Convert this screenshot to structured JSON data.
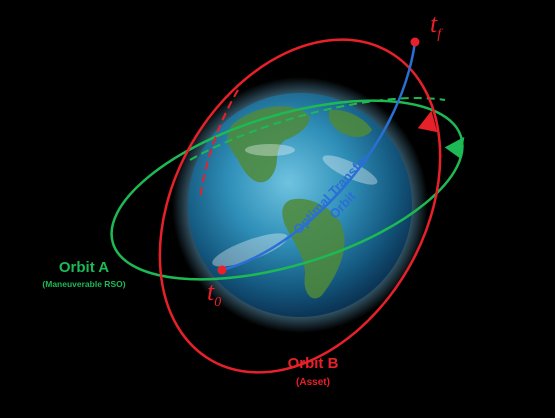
{
  "orbit_a": {
    "label": "Orbit A",
    "sublabel": "(Maneuverable RSO)",
    "color": "#1db954"
  },
  "orbit_b": {
    "label": "Orbit B",
    "sublabel": "(Asset)",
    "color": "#e8202a"
  },
  "transfer": {
    "line1": "Optimal Transfer",
    "line2": "Orbit",
    "color": "#2a6fd6"
  },
  "points": {
    "t0_base": "t",
    "t0_sub": "0",
    "tf_base": "t",
    "tf_sub": "f",
    "point_color": "#e8202a"
  }
}
